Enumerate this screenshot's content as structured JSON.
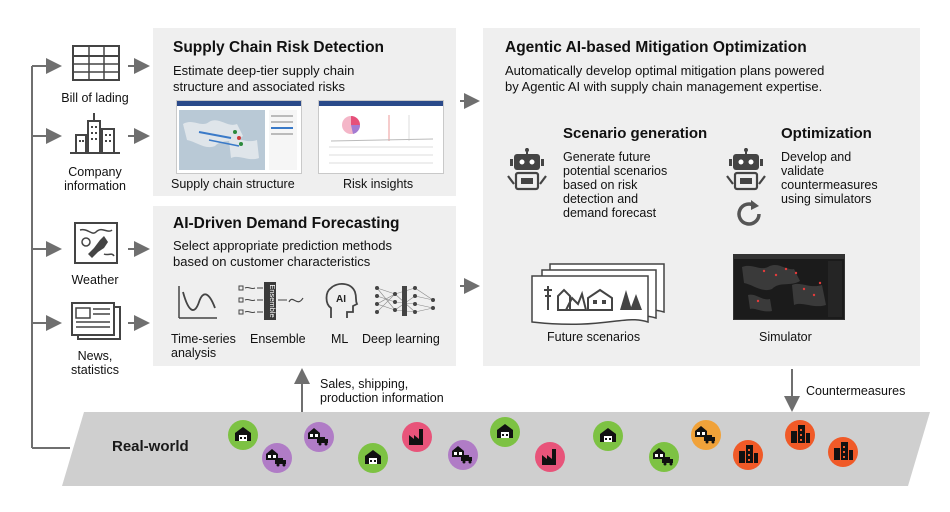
{
  "sources": [
    {
      "label": "Bill of lading",
      "icon": "bill-of-lading-icon"
    },
    {
      "label": "Company information",
      "line1": "Company",
      "line2": "information",
      "icon": "company-building-icon"
    },
    {
      "label": "Weather",
      "icon": "weather-map-icon"
    },
    {
      "label": "News, statistics",
      "line1": "News,",
      "line2": "statistics",
      "icon": "news-document-icon"
    }
  ],
  "risk_detection": {
    "title": "Supply Chain Risk Detection",
    "desc_line1": "Estimate deep-tier supply chain",
    "desc_line2": "structure and associated risks",
    "shot1_caption": "Supply chain structure",
    "shot2_caption": "Risk insights"
  },
  "demand_forecasting": {
    "title": "AI-Driven Demand Forecasting",
    "desc_line1": "Select appropriate prediction methods",
    "desc_line2": "based on customer characteristics",
    "ensemble_text": "Ensemble",
    "ai_text": "AI",
    "methods": [
      {
        "label": "Time-series analysis",
        "line1": "Time-series",
        "line2": "analysis"
      },
      {
        "label": "Ensemble"
      },
      {
        "label": "ML"
      },
      {
        "label": "Deep learning"
      }
    ]
  },
  "mitigation": {
    "title": "Agentic AI-based Mitigation Optimization",
    "desc_line1": "Automatically develop optimal mitigation plans powered",
    "desc_line2": "by Agentic AI with supply chain management expertise.",
    "scenario": {
      "title": "Scenario generation",
      "lines": [
        "Generate future",
        "potential scenarios",
        "based on risk",
        "detection and",
        "demand forecast"
      ]
    },
    "optimization": {
      "title": "Optimization",
      "lines": [
        "Develop and",
        "validate",
        "countermeasures",
        "using simulators"
      ]
    },
    "future_caption": "Future scenarios",
    "simulator_caption": "Simulator"
  },
  "flows": {
    "sales_line1": "Sales, shipping,",
    "sales_line2": "production information",
    "countermeasures": "Countermeasures"
  },
  "real_world": {
    "label": "Real-world"
  },
  "colors": {
    "panel": "#efefef",
    "ground": "#cfcfcf",
    "green": "#7dc243",
    "purple": "#b07cc6",
    "pink": "#e8547a",
    "orange": "#f0a23a",
    "red_orange": "#f05a28",
    "arrow": "#6f6f6f"
  }
}
